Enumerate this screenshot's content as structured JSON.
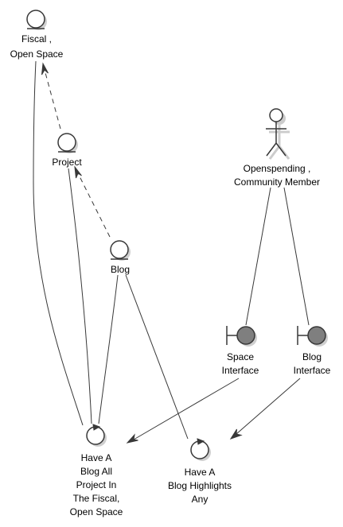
{
  "diagram": {
    "nodes": {
      "fiscal_space": {
        "lines": [
          "Fiscal ,",
          "Open Space"
        ]
      },
      "project": {
        "lines": [
          "Project"
        ]
      },
      "blog": {
        "lines": [
          "Blog"
        ]
      },
      "member": {
        "lines": [
          "Openspending ,",
          "Community Member"
        ]
      },
      "space_interface": {
        "lines": [
          "Space",
          "Interface"
        ]
      },
      "blog_interface": {
        "lines": [
          "Blog",
          "Interface"
        ]
      },
      "control_all": {
        "lines": [
          "Have A",
          "Blog All",
          "Project In",
          "The Fiscal,",
          "Open Space"
        ]
      },
      "control_highlights": {
        "lines": [
          "Have A",
          "Blog Highlights",
          "Any"
        ]
      }
    }
  },
  "colors": {
    "line": "#383838",
    "boundary_fill": "#7f7f7f",
    "entity_fill": "#ffffff",
    "background": "#ffffff"
  },
  "icons": {
    "entity": "entity-icon",
    "actor": "actor-icon",
    "boundary": "boundary-icon",
    "control": "control-icon"
  }
}
